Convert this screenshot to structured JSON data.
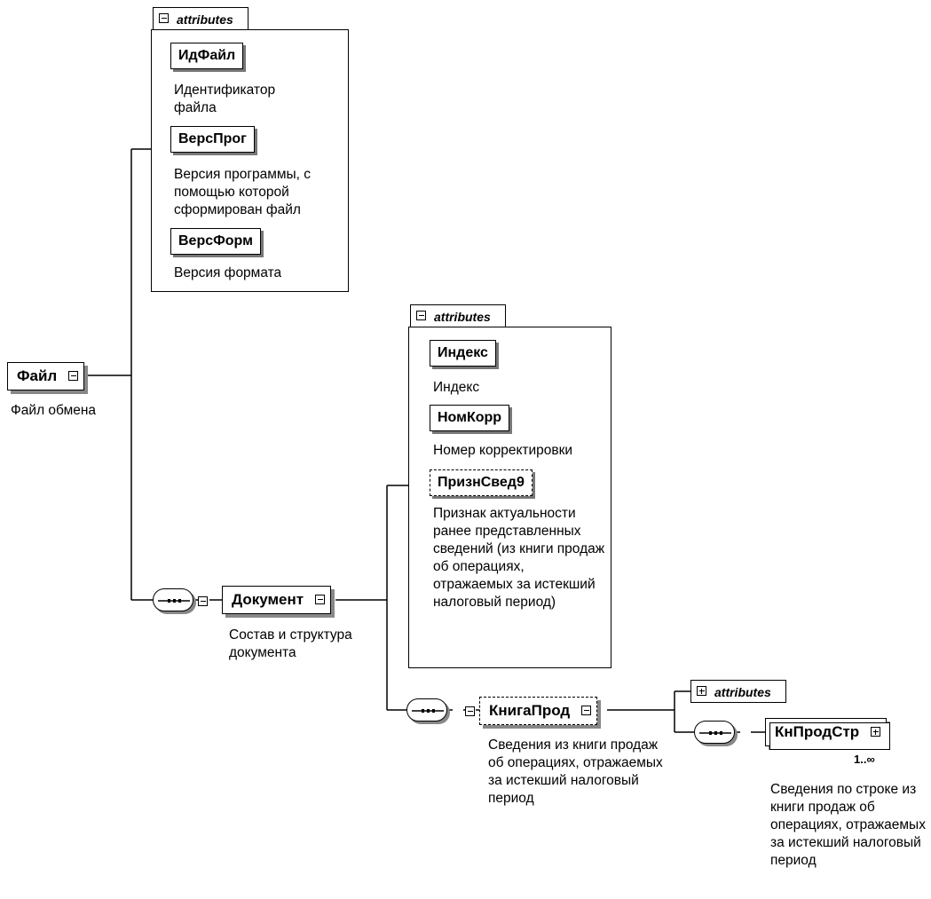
{
  "root": {
    "name": "Файл",
    "desc": "Файл обмена"
  },
  "root_attributes": {
    "tab_label": "attributes",
    "items": [
      {
        "name": "ИдФайл",
        "desc": "Идентификатор файла"
      },
      {
        "name": "ВерсПрог",
        "desc": "Версия программы, с помощью которой сформирован файл"
      },
      {
        "name": "ВерсФорм",
        "desc": "Версия формата"
      }
    ]
  },
  "document": {
    "name": "Документ",
    "desc": "Состав и структура документа"
  },
  "document_attributes": {
    "tab_label": "attributes",
    "items": [
      {
        "name": "Индекс",
        "desc": "Индекс",
        "optional": false
      },
      {
        "name": "НомКорр",
        "desc": "Номер корректировки",
        "optional": false
      },
      {
        "name": "ПризнСвед9",
        "desc": "Признак актуальности ранее представленных сведений (из книги продаж об операциях, отражаемых за истекший налоговый период)",
        "optional": true
      }
    ]
  },
  "book": {
    "name": "КнигаПрод",
    "desc": "Сведения из книги продаж об операциях, отражаемых за истекший налоговый период",
    "optional": true
  },
  "book_attributes": {
    "tab_label": "attributes",
    "collapsed": true
  },
  "row": {
    "name": "КнПродСтр",
    "desc": "Сведения по строке из книги продаж об операциях, отражаемых за истекший налоговый период",
    "cardinality": "1..∞"
  }
}
